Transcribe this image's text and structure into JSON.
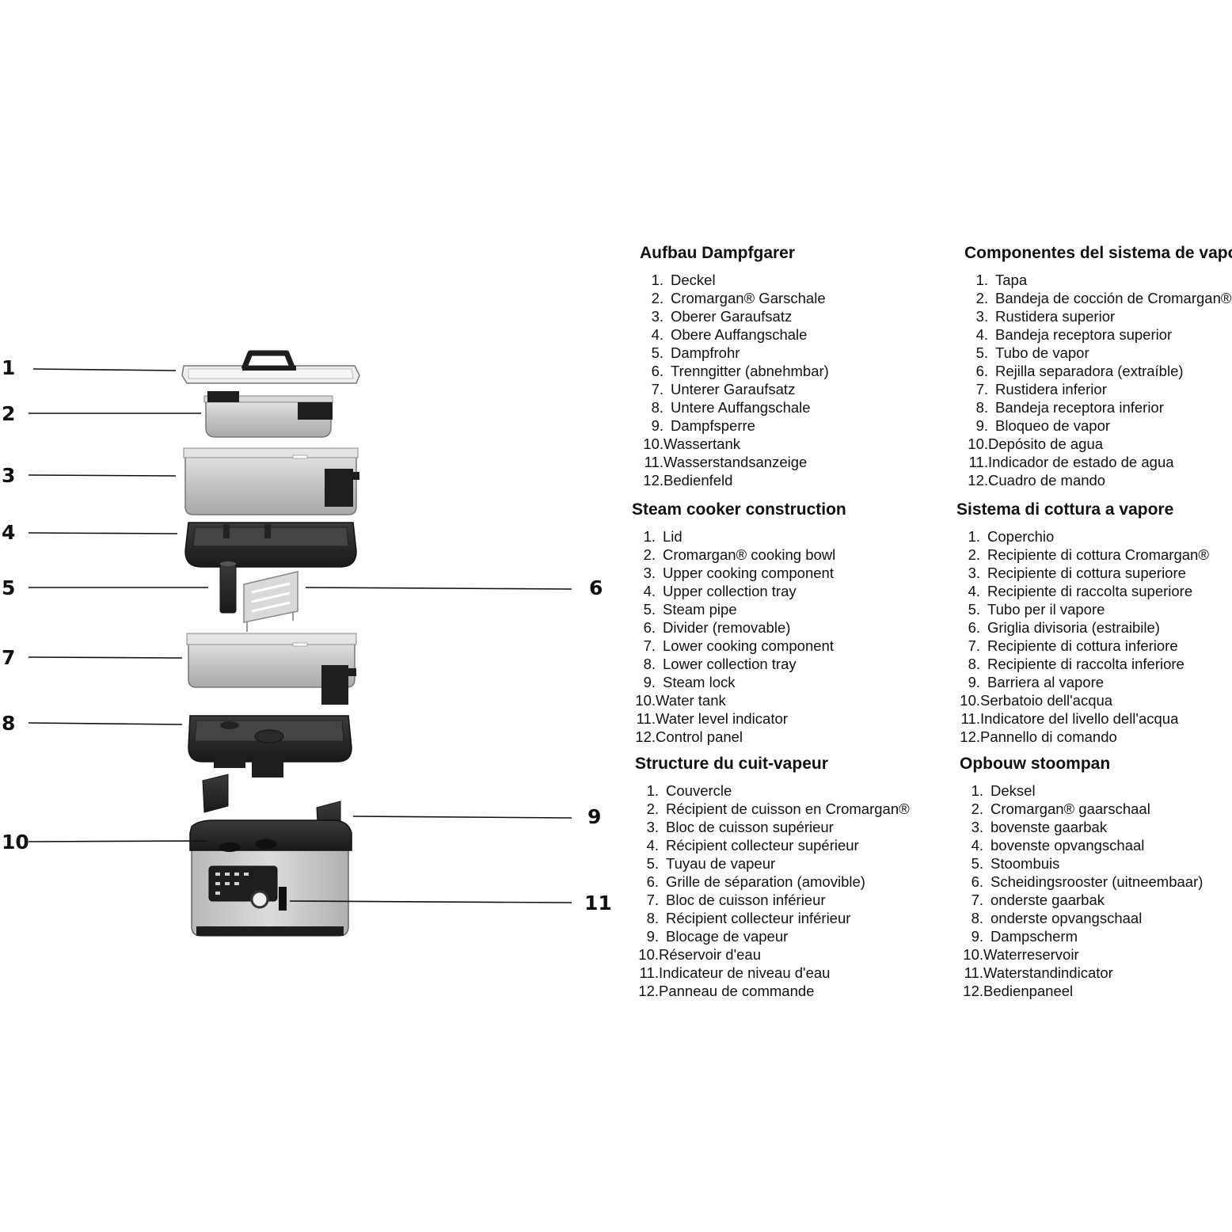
{
  "callouts": [
    {
      "label": "1"
    },
    {
      "label": "2"
    },
    {
      "label": "3"
    },
    {
      "label": "4"
    },
    {
      "label": "5"
    },
    {
      "label": "6"
    },
    {
      "label": "7"
    },
    {
      "label": "8"
    },
    {
      "label": "9"
    },
    {
      "label": "10"
    },
    {
      "label": "11"
    }
  ],
  "sections": {
    "de": {
      "title": "Aufbau Dampfgarer",
      "items": [
        "Deckel",
        "Cromargan® Garschale",
        "Oberer Garaufsatz",
        "Obere Auffangschale",
        "Dampfrohr",
        "Trenngitter (abnehmbar)",
        "Unterer Garaufsatz",
        "Untere Auffangschale",
        "Dampfsperre",
        "Wassertank",
        "Wasserstandsanzeige",
        "Bedienfeld"
      ]
    },
    "es": {
      "title": "Componentes del sistema de vapor",
      "items": [
        "Tapa",
        "Bandeja de cocción de Cromargan®",
        "Rustidera superior",
        "Bandeja receptora superior",
        "Tubo de vapor",
        "Rejilla separadora (extraíble)",
        "Rustidera inferior",
        "Bandeja receptora inferior",
        "Bloqueo de vapor",
        "Depósito de agua",
        "Indicador de estado de agua",
        "Cuadro de mando"
      ]
    },
    "en": {
      "title": "Steam cooker construction",
      "items": [
        "Lid",
        "Cromargan® cooking bowl",
        "Upper cooking component",
        "Upper collection tray",
        "Steam pipe",
        "Divider (removable)",
        "Lower cooking component",
        "Lower collection tray",
        "Steam lock",
        "Water tank",
        "Water level indicator",
        "Control panel"
      ]
    },
    "it": {
      "title": "Sistema di cottura a vapore",
      "items": [
        "Coperchio",
        "Recipiente di cottura Cromargan®",
        "Recipiente di cottura superiore",
        "Recipiente di raccolta superiore",
        "Tubo per il vapore",
        "Griglia divisoria (estraibile)",
        "Recipiente di cottura inferiore",
        "Recipiente di raccolta inferiore",
        "Barriera al vapore",
        "Serbatoio dell'acqua",
        "Indicatore del livello dell'acqua",
        "Pannello di comando"
      ]
    },
    "fr": {
      "title": "Structure du cuit-vapeur",
      "items": [
        "Couvercle",
        "Récipient de cuisson en Cromargan®",
        "Bloc de cuisson supérieur",
        "Récipient collecteur supérieur",
        "Tuyau de vapeur",
        "Grille de séparation (amovible)",
        "Bloc de cuisson inférieur",
        "Récipient collecteur inférieur",
        "Blocage de vapeur",
        "Réservoir d'eau",
        "Indicateur de niveau d'eau",
        "Panneau de commande"
      ]
    },
    "nl": {
      "title": "Opbouw stoompan",
      "items": [
        "Deksel",
        "Cromargan® gaarschaal",
        "bovenste gaarbak",
        "bovenste opvangschaal",
        "Stoombuis",
        "Scheidingsrooster (uitneembaar)",
        "onderste gaarbak",
        "onderste opvangschaal",
        "Dampscherm",
        "Waterreservoir",
        "Waterstandindicator",
        "Bedienpaneel"
      ]
    }
  },
  "colors": {
    "steel": "#c9c9c9",
    "plastic": "#2a2a2a",
    "line": "#111111"
  }
}
